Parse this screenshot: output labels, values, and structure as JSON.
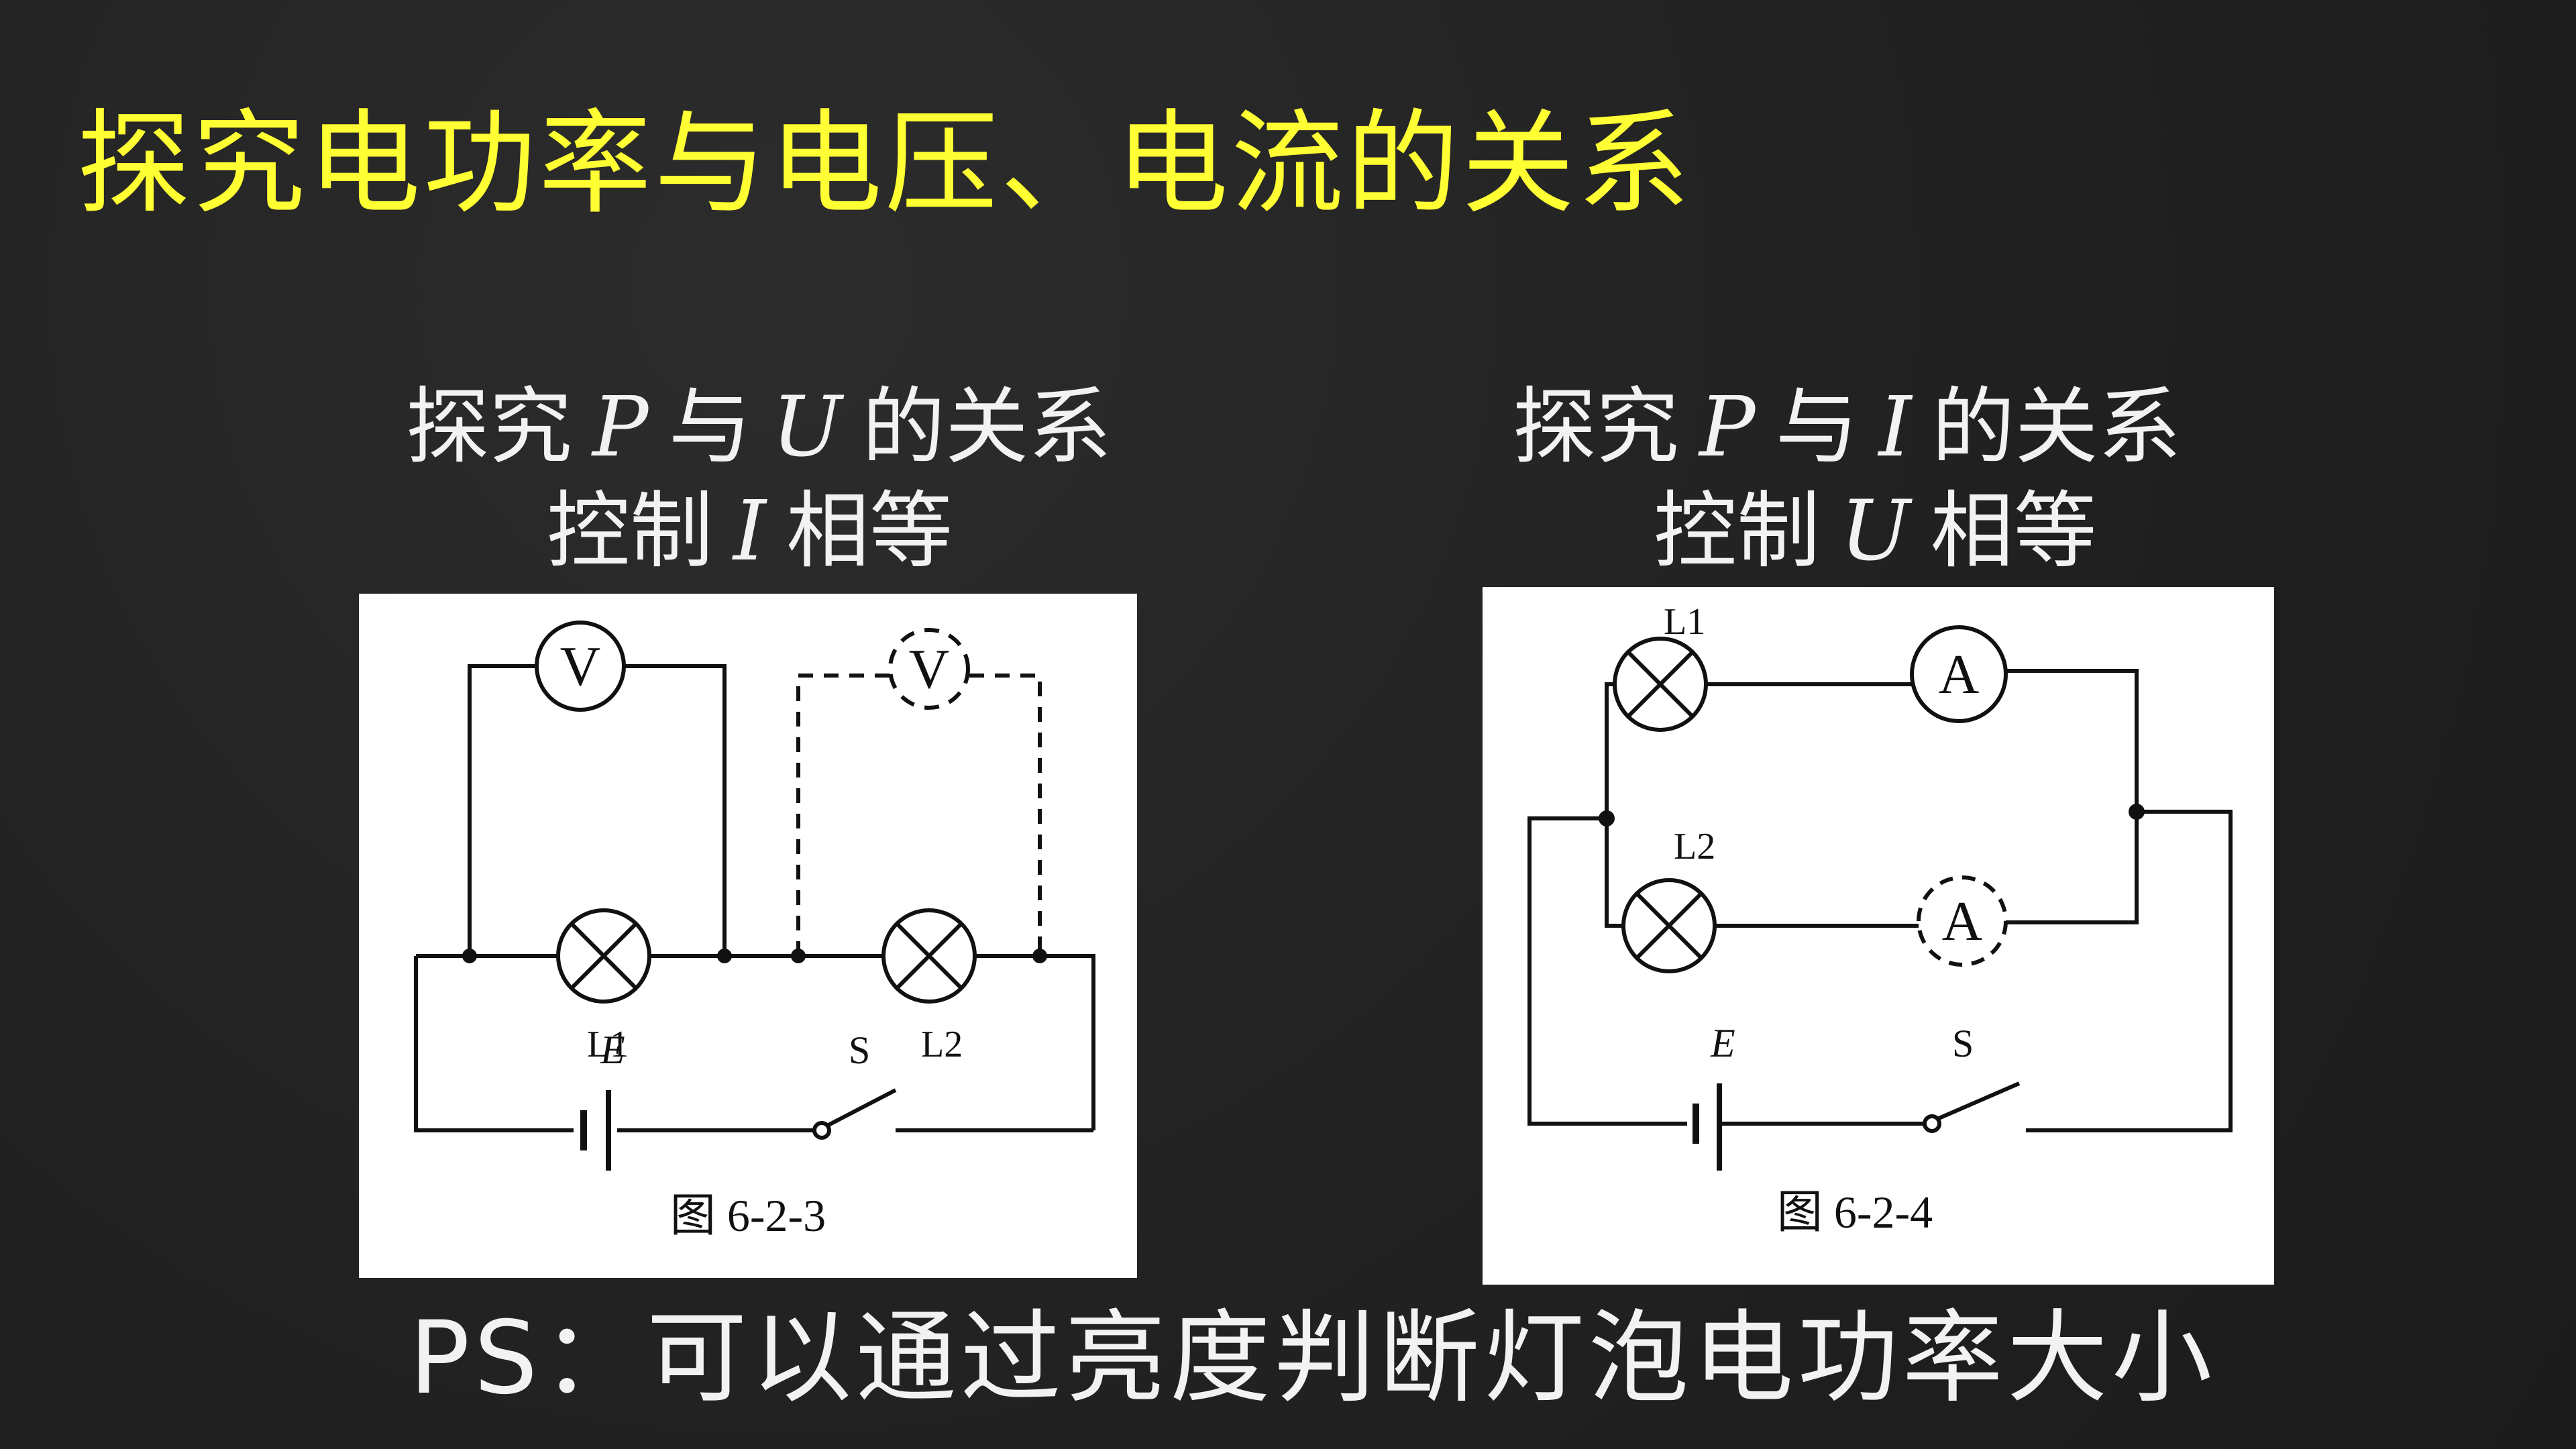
{
  "title": "探究电功率与电压、电流的关系",
  "left": {
    "line1_pre": "探究",
    "line1_var1": "P",
    "line1_mid": "与",
    "line1_var2": "U",
    "line1_post": "的关系",
    "line2_pre": "控制",
    "line2_var": "I",
    "line2_post": "相等",
    "figure": {
      "caption": "图 6-2-3",
      "voltmeter": "V",
      "voltmeter_dashed": "V",
      "lamp1": "L1",
      "lamp2": "L2",
      "battery": "E",
      "switch": "S"
    }
  },
  "right": {
    "line1_pre": "探究",
    "line1_var1": "P",
    "line1_mid": "与",
    "line1_var2": "I",
    "line1_post": "的关系",
    "line2_pre": "控制",
    "line2_var": "U",
    "line2_post": "相等",
    "figure": {
      "caption": "图 6-2-4",
      "ammeter": "A",
      "ammeter_dashed": "A",
      "lamp1": "L1",
      "lamp2": "L2",
      "battery": "E",
      "switch": "S"
    }
  },
  "note": "PS：可以通过亮度判断灯泡电功率大小"
}
